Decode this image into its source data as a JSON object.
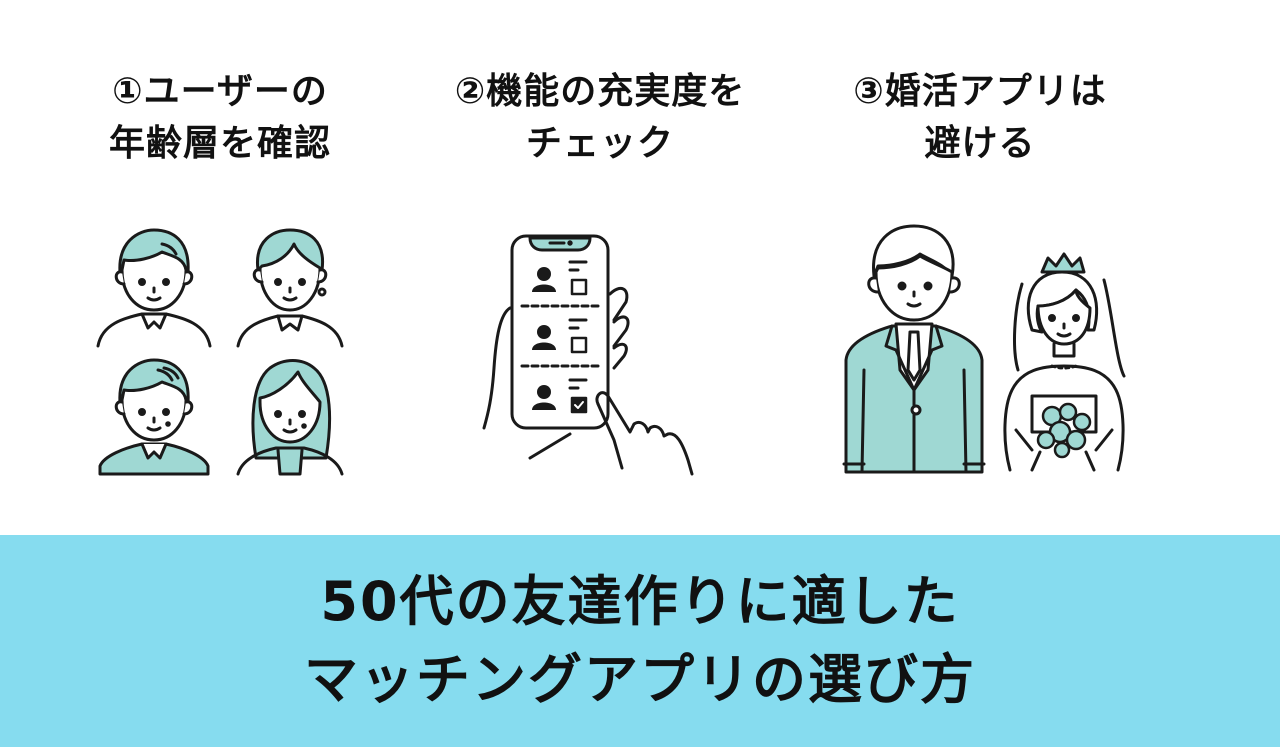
{
  "points": [
    {
      "number": "①",
      "lines": [
        "①ユーザーの",
        "年齢層を確認"
      ],
      "illustration": "four-people-avatars"
    },
    {
      "number": "②",
      "lines": [
        "②機能の充実度を",
        "チェック"
      ],
      "illustration": "hand-holding-smartphone-checklist"
    },
    {
      "number": "③",
      "lines": [
        "③婚活アプリは",
        "避ける"
      ],
      "illustration": "bride-and-groom"
    }
  ],
  "banner": {
    "lines": [
      "50代の友達作りに適した",
      "マッチングアプリの選び方"
    ]
  },
  "colors": {
    "banner_bg": "#86DCEF",
    "illustration_fill": "#9FD8D3",
    "line": "#1a1a1a",
    "text": "#111111",
    "background": "#FFFFFF"
  }
}
